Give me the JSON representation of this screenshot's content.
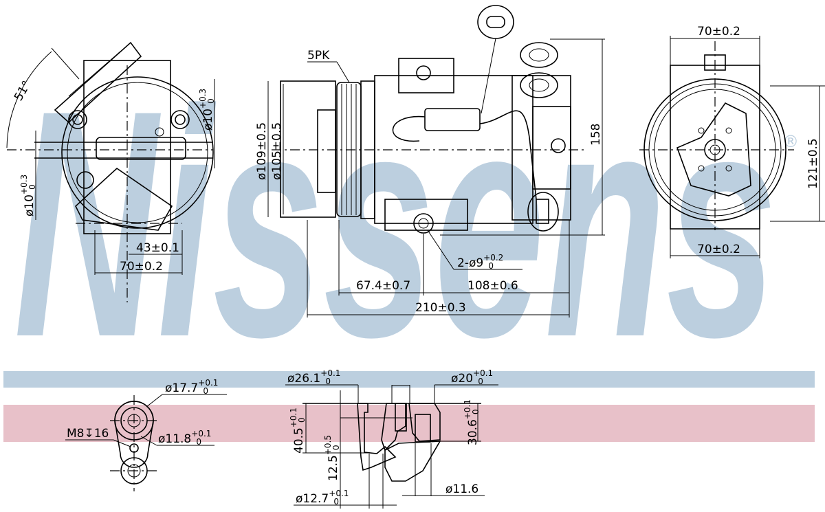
{
  "watermark": {
    "brand": "Nissens",
    "registered": "®",
    "color": "#bccfdf"
  },
  "bands": {
    "blue": "#bccfdf",
    "pink": "#e8c1c9"
  },
  "side_view": {
    "angle": "51°",
    "upper_hole": {
      "value": "ø10",
      "tol_plus": "+0.3",
      "tol_minus": "0"
    },
    "lower_hole": {
      "value": "ø10",
      "tol_plus": "+0.3",
      "tol_minus": "0"
    },
    "offset": "43±0.1",
    "width": "70±0.2"
  },
  "front_view": {
    "belt": "5PK",
    "pulley_outer": "ø109±0.5",
    "pulley_inner": "ø105±0.5",
    "height": "158",
    "mount_holes": {
      "value": "2-ø9",
      "tol_plus": "+0.2",
      "tol_minus": "0"
    },
    "dim_a": "67.4±0.7",
    "dim_b": "108±0.6",
    "length": "210±0.3"
  },
  "rear_view": {
    "top_width": "70±0.2",
    "height": "121±0.5",
    "bottom_width": "70±0.2"
  },
  "port_flange": {
    "outer": {
      "value": "ø17.7",
      "tol_plus": "+0.1",
      "tol_minus": "0"
    },
    "thread": "M8↧16",
    "inner": {
      "value": "ø11.8",
      "tol_plus": "+0.1",
      "tol_minus": "0"
    }
  },
  "port_section": {
    "d1": {
      "value": "ø26.1",
      "tol_plus": "+0.1",
      "tol_minus": "0"
    },
    "d2": {
      "value": "ø20",
      "tol_plus": "+0.1",
      "tol_minus": "0"
    },
    "h1": {
      "value": "40.5",
      "tol_plus": "+0.1",
      "tol_minus": "0"
    },
    "h2": {
      "value": "12.5",
      "tol_plus": "+0.5",
      "tol_minus": "0"
    },
    "h3": {
      "value": "30.6",
      "tol_plus": "+0.1",
      "tol_minus": "0"
    },
    "d3": "ø11.6",
    "d4": {
      "value": "ø12.7",
      "tol_plus": "+0.1",
      "tol_minus": "0"
    }
  }
}
